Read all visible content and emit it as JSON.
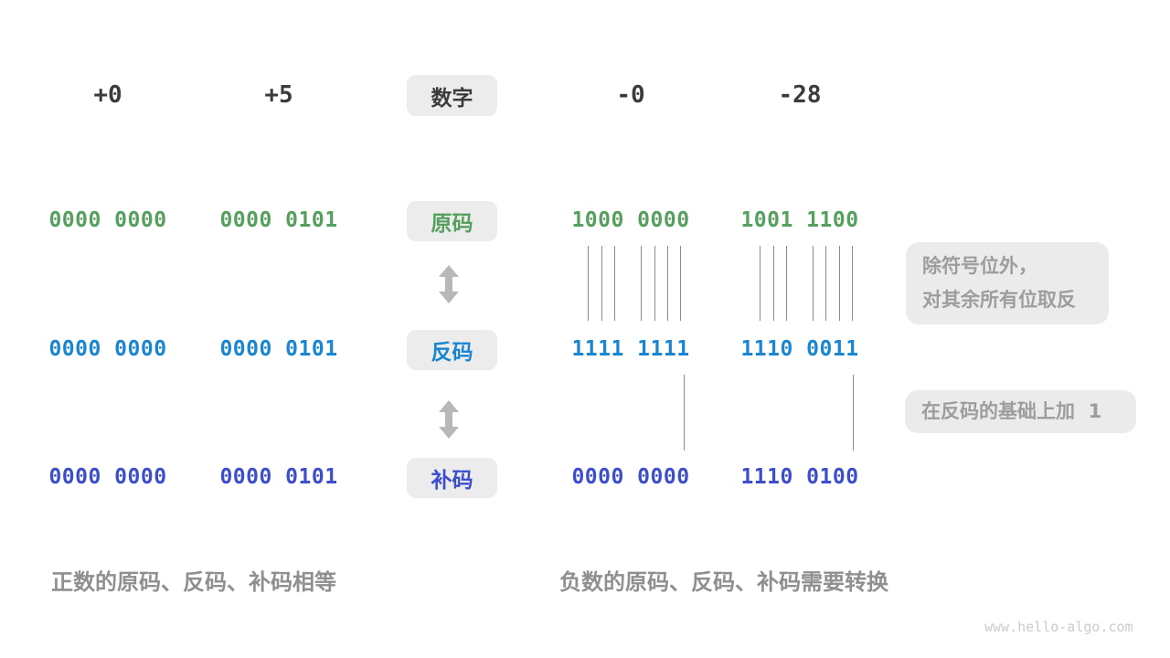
{
  "header": {
    "items": [
      "+0",
      "+5",
      "数字",
      "-0",
      "-28"
    ]
  },
  "rows": {
    "sign_magnitude": {
      "label": "原码",
      "values": [
        "0000 0000",
        "0000 0101",
        "1000 0000",
        "1001 1100"
      ]
    },
    "ones_complement": {
      "label": "反码",
      "values": [
        "0000 0000",
        "0000 0101",
        "1111 1111",
        "1110 0011"
      ]
    },
    "twos_complement": {
      "label": "补码",
      "values": [
        "0000 0000",
        "0000 0101",
        "0000 0000",
        "1110 0100"
      ]
    }
  },
  "annotations": {
    "flip_line1": "除符号位外，",
    "flip_line2": "对其余所有位取反",
    "add_one": "在反码的基础上加  1"
  },
  "captions": {
    "positive": "正数的原码、反码、补码相等",
    "negative": "负数的原码、反码、补码需要转换"
  },
  "watermark": "www.hello-algo.com",
  "colors": {
    "sign_magnitude": "#55a05e",
    "ones_complement": "#1a86d2",
    "twos_complement": "#3d4ecc"
  }
}
